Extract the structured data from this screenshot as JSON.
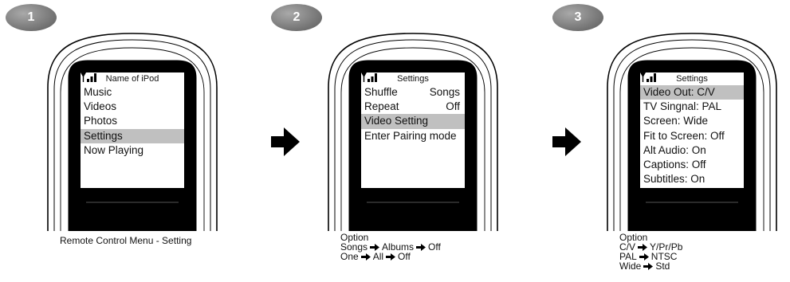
{
  "steps": [
    {
      "number": "1",
      "screen_title": "Name of iPod",
      "items": [
        {
          "label": "Music",
          "value": "",
          "selected": false
        },
        {
          "label": "Videos",
          "value": "",
          "selected": false
        },
        {
          "label": "Photos",
          "value": "",
          "selected": false
        },
        {
          "label": "Settings",
          "value": "",
          "selected": true
        },
        {
          "label": "Now Playing",
          "value": "",
          "selected": false
        }
      ],
      "caption": "Remote Control Menu - Setting"
    },
    {
      "number": "2",
      "screen_title": "Settings",
      "items": [
        {
          "label": "Shuffle",
          "value": "Songs",
          "selected": false
        },
        {
          "label": "Repeat",
          "value": "Off",
          "selected": false
        },
        {
          "label": "Video Setting",
          "value": "",
          "selected": true
        },
        {
          "label": "Enter Pairing mode",
          "value": "",
          "selected": false
        }
      ],
      "caption_heading": "Option",
      "option_lines": [
        [
          "Songs",
          "Albums",
          "Off"
        ],
        [
          "One",
          "All",
          "Off"
        ]
      ]
    },
    {
      "number": "3",
      "screen_title": "Settings",
      "items": [
        {
          "label": "Video Out: C/V",
          "value": "",
          "selected": true
        },
        {
          "label": "TV Singnal: PAL",
          "value": "",
          "selected": false
        },
        {
          "label": "Screen: Wide",
          "value": "",
          "selected": false
        },
        {
          "label": "Fit to Screen: Off",
          "value": "",
          "selected": false
        },
        {
          "label": "Alt Audio: On",
          "value": "",
          "selected": false
        },
        {
          "label": "Captions: Off",
          "value": "",
          "selected": false
        },
        {
          "label": "Subtitles: On",
          "value": "",
          "selected": false
        }
      ],
      "caption_heading": "Option",
      "option_lines": [
        [
          "C/V",
          "Y/Pr/Pb"
        ],
        [
          "PAL",
          "NTSC"
        ],
        [
          "Wide",
          "Std"
        ]
      ]
    }
  ],
  "icons": {
    "step_arrow": "right-arrow-icon",
    "signal": "signal-strength-icon"
  },
  "colors": {
    "badge": "#7d7d7d",
    "highlight": "#c0c0c0",
    "bezel": "#000000"
  }
}
